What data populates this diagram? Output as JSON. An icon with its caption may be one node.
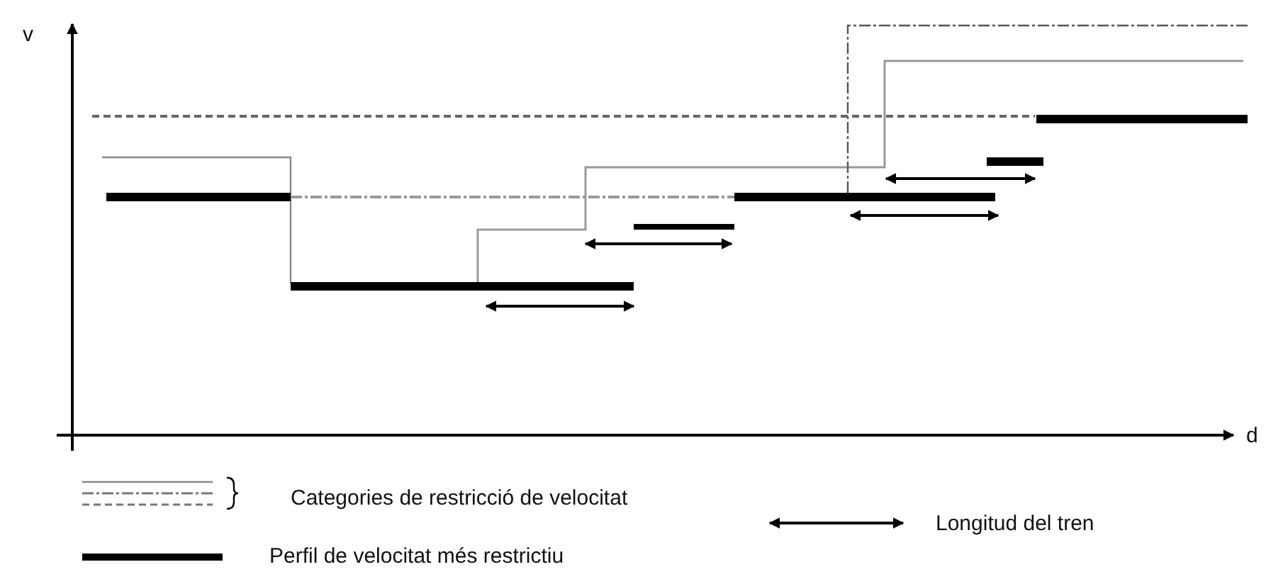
{
  "diagram": {
    "labels": [
      "v",
      "d"
    ],
    "legend": [
      {
        "text": "Categories de restricció de velocitat"
      },
      {
        "text": "Longitud del tren"
      },
      {
        "text": "Perfil de velocitat més restrictiu"
      }
    ]
  }
}
